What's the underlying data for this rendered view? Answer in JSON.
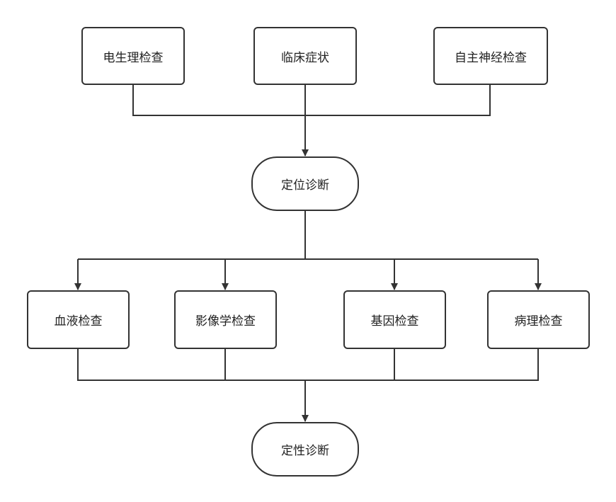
{
  "nodes": {
    "electrophysiology": "电生理检查",
    "clinical_symptoms": "临床症状",
    "autonomic": "自主神经检查",
    "localization": "定位诊断",
    "blood": "血液检查",
    "imaging": "影像学检查",
    "genetic": "基因检查",
    "pathology": "病理检查",
    "qualitative": "定性诊断"
  },
  "colors": {
    "stroke": "#333333",
    "text": "#222222",
    "background": "#ffffff"
  }
}
